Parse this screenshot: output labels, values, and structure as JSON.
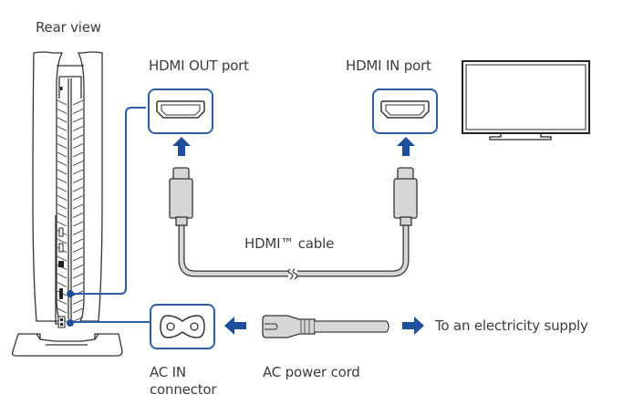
{
  "labels": {
    "rear_view": "Rear view",
    "hdmi_out_port": "HDMI OUT port",
    "hdmi_in_port": "HDMI IN port",
    "hdmi_cable": "HDMI™ cable",
    "ac_in_line1": "AC IN",
    "ac_in_line2": "connector",
    "ac_power_cord": "AC power cord",
    "electricity_supply": "To an electricity supply"
  },
  "colors": {
    "accent_blue": "#1d4f9c",
    "callout_blue": "#2a5fa8",
    "cable_gray": "#d6d6d6",
    "outline": "#333333"
  },
  "icons": {
    "console": "ps5-console-rear",
    "hdmi_port": "hdmi-port-icon",
    "ac_socket": "ac-socket-icon",
    "tv": "tv-icon",
    "arrow_up": "arrow-up-icon",
    "arrow_left": "arrow-left-icon",
    "arrow_right": "arrow-right-icon"
  }
}
